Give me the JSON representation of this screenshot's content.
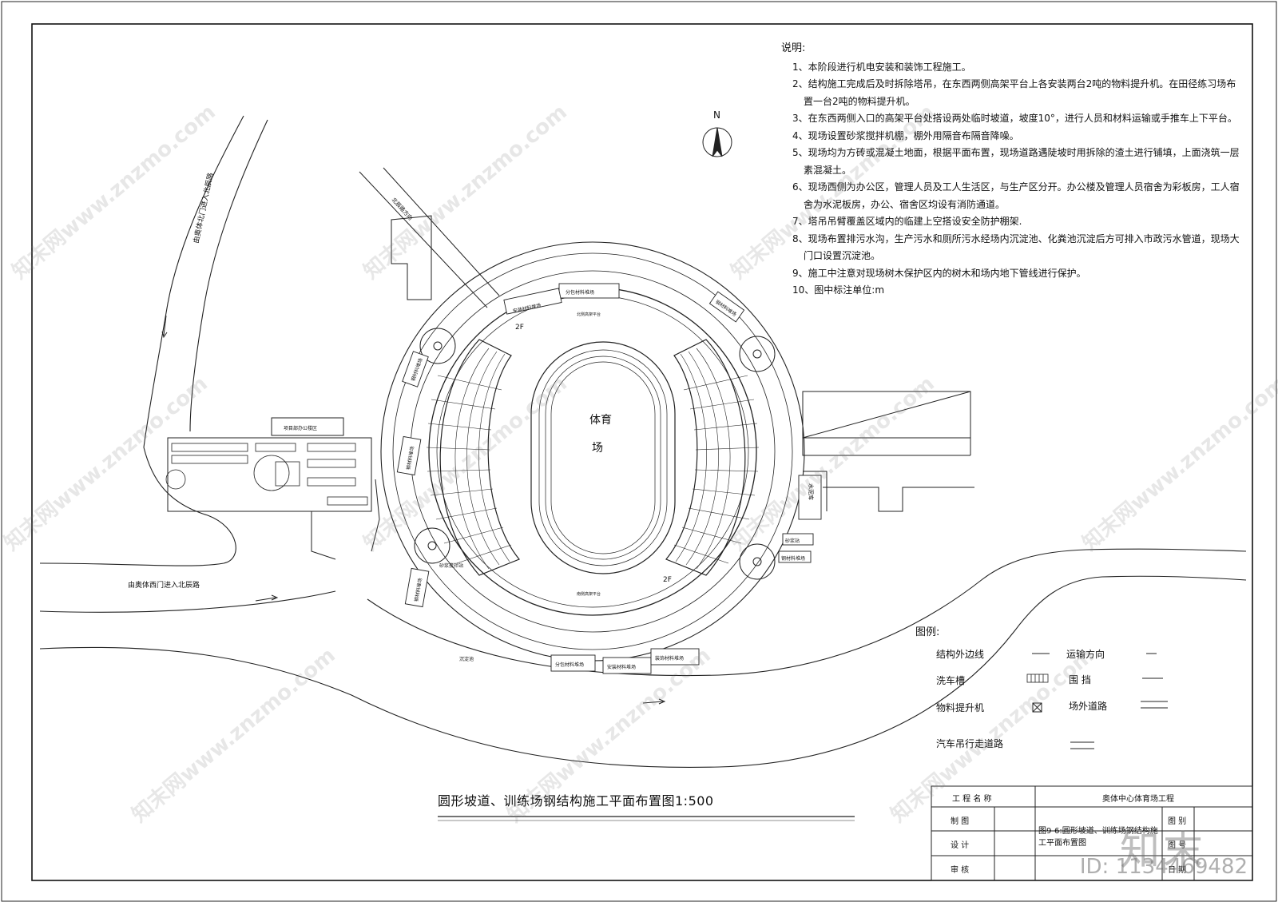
{
  "notes": {
    "heading": "说明:",
    "items": [
      "1、本阶段进行机电安装和装饰工程施工。",
      "2、结构施工完成后及时拆除塔吊，在东西两侧高架平台上各安装两台2吨的物料提升机。在田径练习场布置一台2吨的物料提升机。",
      "3、在东西两侧入口的高架平台处搭设两处临时坡道，坡度10°，进行人员和材料运输或手推车上下平台。",
      "4、现场设置砂浆搅拌机棚，棚外用隔音布隔音降噪。",
      "5、现场均为方砖或混凝土地面，根据平面布置，现场道路遇陡坡时用拆除的渣土进行铺填，上面浇筑一层素混凝土。",
      "6、现场西侧为办公区，管理人员及工人生活区，与生产区分开。办公楼及管理人员宿舍为彩板房，工人宿舍为水泥板房，办公、宿舍区均设有消防通道。",
      "7、塔吊吊臂覆盖区域内的临建上空搭设安全防护棚架.",
      "8、现场布置排污水沟，生产污水和厕所污水经场内沉淀池、化粪池沉淀后方可排入市政污水管道，现场大门口设置沉淀池。",
      "9、施工中注意对现场树木保护区内的树木和场内地下管线进行保护。",
      "10、图中标注单位:m"
    ]
  },
  "compass": {
    "label": "N"
  },
  "stadium": {
    "name_line1": "体育",
    "name_line2": "场",
    "floor_label_top": "2F",
    "floor_label_bottom": "2F",
    "north_platform": "北侧高架平台",
    "south_platform": "南侧高架平台"
  },
  "site_labels": {
    "stack_north_1": "安装材料堆场",
    "stack_north_2": "分包材料堆场",
    "stack_ne": "钢材料堆场",
    "stack_nw": "钢材料堆场",
    "stack_w": "钢材料堆场",
    "stack_sw": "钢材料堆场",
    "stack_south_1": "分包材料堆场",
    "stack_south_2": "安装材料堆场",
    "stack_south_3": "装饰材料堆场",
    "mortar_w": "砂浆搅拌站",
    "mortar_e": "砂浆站",
    "steel_e": "钢材料堆场",
    "sink_s": "沉淀池",
    "sink_e": "水泥库",
    "office": "项目部办公楼区",
    "road_west_in": "由奥体西门进入北辰路",
    "road_nw": "由奥体北门进入北辰路",
    "road_n": "北辰路方向"
  },
  "legend": {
    "title": "图例:",
    "items": [
      {
        "label": "结构外边线",
        "symbol": "solid-line"
      },
      {
        "label": "运输方向",
        "symbol": "short-line"
      },
      {
        "label": "洗车槽",
        "symbol": "grid"
      },
      {
        "label": "围 挡",
        "symbol": "line"
      },
      {
        "label": "物料提升机",
        "symbol": "box-x"
      },
      {
        "label": "场外道路",
        "symbol": "double-line"
      },
      {
        "label": "汽车吊行走道路",
        "symbol": "double-line"
      }
    ]
  },
  "caption": "圆形坡道、训练场钢结构施工平面布置图1:500",
  "title_block": {
    "project_label": "工 程 名 称",
    "project_value": "奥体中心体育场工程",
    "drawn_label": "制 图",
    "design_label": "设 计",
    "check_label": "审 核",
    "drawing_title": "图9-6:圆形坡道、训练场钢结构施工平面布置图",
    "sheet_label": "图 别",
    "number_label": "图 号",
    "date_label": "日 期"
  },
  "watermarks": {
    "site": "知末网www.znzmo.com",
    "brand": "知末",
    "id": "ID: 1134469482"
  }
}
